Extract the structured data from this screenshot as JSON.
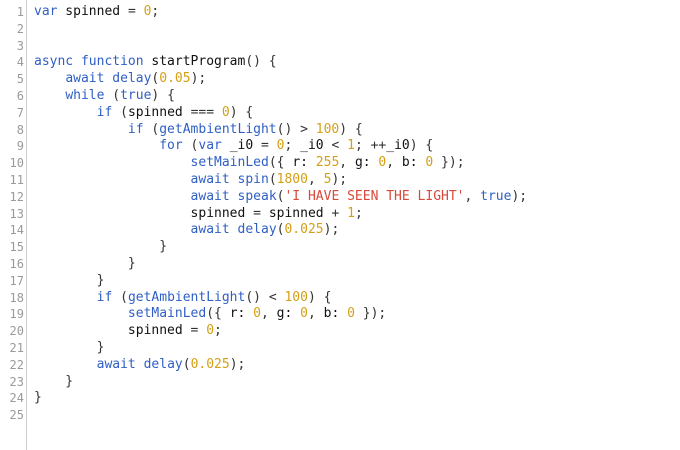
{
  "editor": {
    "lines": [
      {
        "n": "1",
        "tokens": [
          [
            "kw",
            "var"
          ],
          [
            "id",
            " spinned "
          ],
          [
            "op",
            "= "
          ],
          [
            "num",
            "0"
          ],
          [
            "op",
            ";"
          ]
        ]
      },
      {
        "n": "2",
        "tokens": []
      },
      {
        "n": "3",
        "tokens": []
      },
      {
        "n": "4",
        "tokens": [
          [
            "kw",
            "async function "
          ],
          [
            "id",
            "startProgram"
          ],
          [
            "op",
            "() {"
          ]
        ]
      },
      {
        "n": "5",
        "tokens": [
          [
            "op",
            "    "
          ],
          [
            "kw",
            "await "
          ],
          [
            "fn",
            "delay"
          ],
          [
            "op",
            "("
          ],
          [
            "num",
            "0.05"
          ],
          [
            "op",
            ");"
          ]
        ]
      },
      {
        "n": "6",
        "tokens": [
          [
            "op",
            "    "
          ],
          [
            "kw",
            "while "
          ],
          [
            "op",
            "("
          ],
          [
            "kw",
            "true"
          ],
          [
            "op",
            ") {"
          ]
        ]
      },
      {
        "n": "7",
        "tokens": [
          [
            "op",
            "        "
          ],
          [
            "kw",
            "if "
          ],
          [
            "op",
            "("
          ],
          [
            "id",
            "spinned "
          ],
          [
            "op",
            "=== "
          ],
          [
            "num",
            "0"
          ],
          [
            "op",
            ") {"
          ]
        ]
      },
      {
        "n": "8",
        "tokens": [
          [
            "op",
            "            "
          ],
          [
            "kw",
            "if "
          ],
          [
            "op",
            "("
          ],
          [
            "fn",
            "getAmbientLight"
          ],
          [
            "op",
            "() > "
          ],
          [
            "num",
            "100"
          ],
          [
            "op",
            ") {"
          ]
        ]
      },
      {
        "n": "9",
        "tokens": [
          [
            "op",
            "                "
          ],
          [
            "kw",
            "for "
          ],
          [
            "op",
            "("
          ],
          [
            "kw",
            "var "
          ],
          [
            "id",
            "_i0 "
          ],
          [
            "op",
            "= "
          ],
          [
            "num",
            "0"
          ],
          [
            "op",
            "; "
          ],
          [
            "id",
            "_i0 "
          ],
          [
            "op",
            "< "
          ],
          [
            "num",
            "1"
          ],
          [
            "op",
            "; ++"
          ],
          [
            "id",
            "_i0"
          ],
          [
            "op",
            ") {"
          ]
        ]
      },
      {
        "n": "10",
        "tokens": [
          [
            "op",
            "                    "
          ],
          [
            "fn",
            "setMainLed"
          ],
          [
            "op",
            "({ "
          ],
          [
            "id",
            "r: "
          ],
          [
            "num",
            "255"
          ],
          [
            "op",
            ", "
          ],
          [
            "id",
            "g: "
          ],
          [
            "num",
            "0"
          ],
          [
            "op",
            ", "
          ],
          [
            "id",
            "b: "
          ],
          [
            "num",
            "0"
          ],
          [
            "op",
            " });"
          ]
        ]
      },
      {
        "n": "11",
        "tokens": [
          [
            "op",
            "                    "
          ],
          [
            "kw",
            "await "
          ],
          [
            "fn",
            "spin"
          ],
          [
            "op",
            "("
          ],
          [
            "num",
            "1800"
          ],
          [
            "op",
            ", "
          ],
          [
            "num",
            "5"
          ],
          [
            "op",
            ");"
          ]
        ]
      },
      {
        "n": "12",
        "tokens": [
          [
            "op",
            "                    "
          ],
          [
            "kw",
            "await "
          ],
          [
            "fn",
            "speak"
          ],
          [
            "op",
            "("
          ],
          [
            "str",
            "'I HAVE SEEN THE LIGHT'"
          ],
          [
            "op",
            ", "
          ],
          [
            "kw",
            "true"
          ],
          [
            "op",
            ");"
          ]
        ]
      },
      {
        "n": "13",
        "tokens": [
          [
            "op",
            "                    "
          ],
          [
            "id",
            "spinned "
          ],
          [
            "op",
            "= "
          ],
          [
            "id",
            "spinned "
          ],
          [
            "op",
            "+ "
          ],
          [
            "num",
            "1"
          ],
          [
            "op",
            ";"
          ]
        ]
      },
      {
        "n": "14",
        "tokens": [
          [
            "op",
            "                    "
          ],
          [
            "kw",
            "await "
          ],
          [
            "fn",
            "delay"
          ],
          [
            "op",
            "("
          ],
          [
            "num",
            "0.025"
          ],
          [
            "op",
            ");"
          ]
        ]
      },
      {
        "n": "15",
        "tokens": [
          [
            "op",
            "                }"
          ]
        ]
      },
      {
        "n": "16",
        "tokens": [
          [
            "op",
            "            }"
          ]
        ]
      },
      {
        "n": "17",
        "tokens": [
          [
            "op",
            "        }"
          ]
        ]
      },
      {
        "n": "18",
        "tokens": [
          [
            "op",
            "        "
          ],
          [
            "kw",
            "if "
          ],
          [
            "op",
            "("
          ],
          [
            "fn",
            "getAmbientLight"
          ],
          [
            "op",
            "() < "
          ],
          [
            "num",
            "100"
          ],
          [
            "op",
            ") {"
          ]
        ]
      },
      {
        "n": "19",
        "tokens": [
          [
            "op",
            "            "
          ],
          [
            "fn",
            "setMainLed"
          ],
          [
            "op",
            "({ "
          ],
          [
            "id",
            "r: "
          ],
          [
            "num",
            "0"
          ],
          [
            "op",
            ", "
          ],
          [
            "id",
            "g: "
          ],
          [
            "num",
            "0"
          ],
          [
            "op",
            ", "
          ],
          [
            "id",
            "b: "
          ],
          [
            "num",
            "0"
          ],
          [
            "op",
            " });"
          ]
        ]
      },
      {
        "n": "20",
        "tokens": [
          [
            "op",
            "            "
          ],
          [
            "id",
            "spinned "
          ],
          [
            "op",
            "= "
          ],
          [
            "num",
            "0"
          ],
          [
            "op",
            ";"
          ]
        ]
      },
      {
        "n": "21",
        "tokens": [
          [
            "op",
            "        }"
          ]
        ]
      },
      {
        "n": "22",
        "tokens": [
          [
            "op",
            "        "
          ],
          [
            "kw",
            "await "
          ],
          [
            "fn",
            "delay"
          ],
          [
            "op",
            "("
          ],
          [
            "num",
            "0.025"
          ],
          [
            "op",
            ");"
          ]
        ]
      },
      {
        "n": "23",
        "tokens": [
          [
            "op",
            "    }"
          ]
        ]
      },
      {
        "n": "24",
        "tokens": [
          [
            "op",
            "}"
          ]
        ]
      },
      {
        "n": "25",
        "tokens": []
      }
    ]
  }
}
